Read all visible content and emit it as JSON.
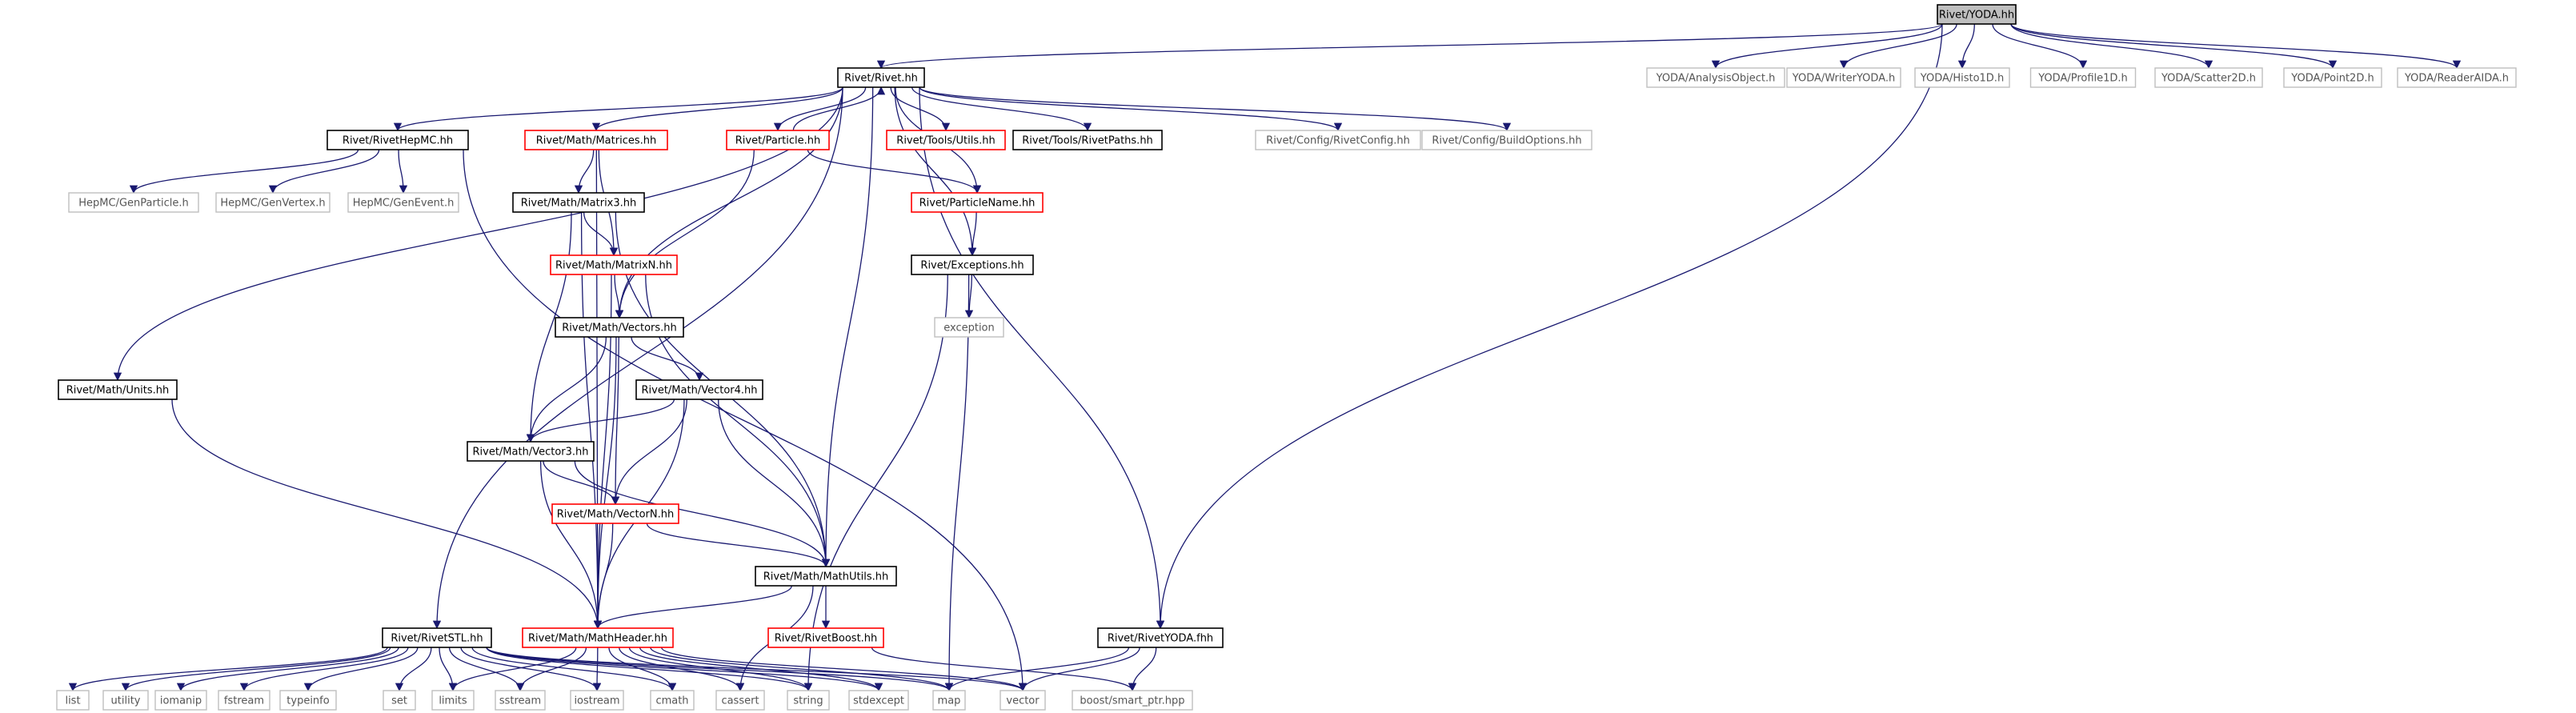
{
  "diagram": {
    "root": "Rivet/YODA.hh",
    "nodes": [
      {
        "id": "root",
        "label": "Rivet/YODA.hh",
        "style": "root"
      },
      {
        "id": "rivet",
        "label": "Rivet/Rivet.hh",
        "style": "black"
      },
      {
        "id": "yao",
        "label": "YODA/AnalysisObject.h",
        "style": "grey"
      },
      {
        "id": "ywy",
        "label": "YODA/WriterYODA.h",
        "style": "grey"
      },
      {
        "id": "yh1",
        "label": "YODA/Histo1D.h",
        "style": "grey"
      },
      {
        "id": "yp1",
        "label": "YODA/Profile1D.h",
        "style": "grey"
      },
      {
        "id": "ys2",
        "label": "YODA/Scatter2D.h",
        "style": "grey"
      },
      {
        "id": "ypt",
        "label": "YODA/Point2D.h",
        "style": "grey"
      },
      {
        "id": "yra",
        "label": "YODA/ReaderAIDA.h",
        "style": "grey"
      },
      {
        "id": "hepmc",
        "label": "Rivet/RivetHepMC.hh",
        "style": "black"
      },
      {
        "id": "matrices",
        "label": "Rivet/Math/Matrices.hh",
        "style": "red"
      },
      {
        "id": "particle",
        "label": "Rivet/Particle.hh",
        "style": "red"
      },
      {
        "id": "utils",
        "label": "Rivet/Tools/Utils.hh",
        "style": "red"
      },
      {
        "id": "paths",
        "label": "Rivet/Tools/RivetPaths.hh",
        "style": "black"
      },
      {
        "id": "cfg",
        "label": "Rivet/Config/RivetConfig.hh",
        "style": "grey"
      },
      {
        "id": "bopt",
        "label": "Rivet/Config/BuildOptions.hh",
        "style": "grey"
      },
      {
        "id": "genpart",
        "label": "HepMC/GenParticle.h",
        "style": "grey"
      },
      {
        "id": "genvtx",
        "label": "HepMC/GenVertex.h",
        "style": "grey"
      },
      {
        "id": "genevt",
        "label": "HepMC/GenEvent.h",
        "style": "grey"
      },
      {
        "id": "m3",
        "label": "Rivet/Math/Matrix3.hh",
        "style": "black"
      },
      {
        "id": "pname",
        "label": "Rivet/ParticleName.hh",
        "style": "red"
      },
      {
        "id": "exc",
        "label": "Rivet/Exceptions.hh",
        "style": "black"
      },
      {
        "id": "mn",
        "label": "Rivet/Math/MatrixN.hh",
        "style": "red"
      },
      {
        "id": "exception",
        "label": "exception",
        "style": "grey"
      },
      {
        "id": "vectors",
        "label": "Rivet/Math/Vectors.hh",
        "style": "black"
      },
      {
        "id": "units",
        "label": "Rivet/Math/Units.hh",
        "style": "black"
      },
      {
        "id": "v4",
        "label": "Rivet/Math/Vector4.hh",
        "style": "black"
      },
      {
        "id": "v3",
        "label": "Rivet/Math/Vector3.hh",
        "style": "black"
      },
      {
        "id": "vn",
        "label": "Rivet/Math/VectorN.hh",
        "style": "red"
      },
      {
        "id": "mu",
        "label": "Rivet/Math/MathUtils.hh",
        "style": "black"
      },
      {
        "id": "stl",
        "label": "Rivet/RivetSTL.hh",
        "style": "black"
      },
      {
        "id": "mh",
        "label": "Rivet/Math/MathHeader.hh",
        "style": "red"
      },
      {
        "id": "boost",
        "label": "Rivet/RivetBoost.hh",
        "style": "red"
      },
      {
        "id": "ryoda",
        "label": "Rivet/RivetYODA.fhh",
        "style": "black"
      },
      {
        "id": "list",
        "label": "list",
        "style": "grey"
      },
      {
        "id": "utility",
        "label": "utility",
        "style": "grey"
      },
      {
        "id": "iomanip",
        "label": "iomanip",
        "style": "grey"
      },
      {
        "id": "fstream",
        "label": "fstream",
        "style": "grey"
      },
      {
        "id": "typeinfo",
        "label": "typeinfo",
        "style": "grey"
      },
      {
        "id": "set",
        "label": "set",
        "style": "grey"
      },
      {
        "id": "limits",
        "label": "limits",
        "style": "grey"
      },
      {
        "id": "sstream",
        "label": "sstream",
        "style": "grey"
      },
      {
        "id": "iostream",
        "label": "iostream",
        "style": "grey"
      },
      {
        "id": "cmath",
        "label": "cmath",
        "style": "grey"
      },
      {
        "id": "cassert",
        "label": "cassert",
        "style": "grey"
      },
      {
        "id": "string",
        "label": "string",
        "style": "grey"
      },
      {
        "id": "stdexcept",
        "label": "stdexcept",
        "style": "grey"
      },
      {
        "id": "map",
        "label": "map",
        "style": "grey"
      },
      {
        "id": "vector",
        "label": "vector",
        "style": "grey"
      },
      {
        "id": "sptr",
        "label": "boost/smart_ptr.hpp",
        "style": "grey"
      }
    ],
    "edges": [
      [
        "root",
        "rivet"
      ],
      [
        "root",
        "ryoda"
      ],
      [
        "root",
        "yao"
      ],
      [
        "root",
        "ywy"
      ],
      [
        "root",
        "yh1"
      ],
      [
        "root",
        "yp1"
      ],
      [
        "root",
        "ys2"
      ],
      [
        "root",
        "ypt"
      ],
      [
        "root",
        "yra"
      ],
      [
        "rivet",
        "stl"
      ],
      [
        "rivet",
        "units"
      ],
      [
        "rivet",
        "hepmc"
      ],
      [
        "rivet",
        "matrices"
      ],
      [
        "rivet",
        "particle"
      ],
      [
        "rivet",
        "utils"
      ],
      [
        "rivet",
        "paths"
      ],
      [
        "rivet",
        "cfg"
      ],
      [
        "rivet",
        "bopt"
      ],
      [
        "rivet",
        "pname"
      ],
      [
        "rivet",
        "exc"
      ],
      [
        "rivet",
        "vectors"
      ],
      [
        "rivet",
        "mu"
      ],
      [
        "rivet",
        "ryoda"
      ],
      [
        "particle",
        "rivet"
      ],
      [
        "particle",
        "pname"
      ],
      [
        "particle",
        "vectors"
      ],
      [
        "hepmc",
        "genpart"
      ],
      [
        "hepmc",
        "genvtx"
      ],
      [
        "hepmc",
        "genevt"
      ],
      [
        "hepmc",
        "vector"
      ],
      [
        "matrices",
        "m3"
      ],
      [
        "matrices",
        "mn"
      ],
      [
        "matrices",
        "mh"
      ],
      [
        "m3",
        "mn"
      ],
      [
        "m3",
        "v3"
      ],
      [
        "m3",
        "mu"
      ],
      [
        "m3",
        "mh"
      ],
      [
        "mn",
        "vectors"
      ],
      [
        "mn",
        "mu"
      ],
      [
        "mn",
        "mh"
      ],
      [
        "pname",
        "exc"
      ],
      [
        "exc",
        "exception"
      ],
      [
        "exc",
        "string"
      ],
      [
        "exc",
        "map"
      ],
      [
        "vectors",
        "v4"
      ],
      [
        "vectors",
        "v3"
      ],
      [
        "vectors",
        "vn"
      ],
      [
        "vectors",
        "mh"
      ],
      [
        "v4",
        "v3"
      ],
      [
        "v4",
        "vn"
      ],
      [
        "v4",
        "mu"
      ],
      [
        "v4",
        "mh"
      ],
      [
        "v3",
        "vn"
      ],
      [
        "v3",
        "mu"
      ],
      [
        "v3",
        "mh"
      ],
      [
        "vn",
        "mu"
      ],
      [
        "vn",
        "mh"
      ],
      [
        "mu",
        "mh"
      ],
      [
        "mu",
        "boost"
      ],
      [
        "mu",
        "cassert"
      ],
      [
        "units",
        "mh"
      ],
      [
        "stl",
        "list"
      ],
      [
        "stl",
        "utility"
      ],
      [
        "stl",
        "iomanip"
      ],
      [
        "stl",
        "fstream"
      ],
      [
        "stl",
        "typeinfo"
      ],
      [
        "stl",
        "set"
      ],
      [
        "stl",
        "limits"
      ],
      [
        "stl",
        "sstream"
      ],
      [
        "stl",
        "iostream"
      ],
      [
        "stl",
        "cmath"
      ],
      [
        "stl",
        "string"
      ],
      [
        "stl",
        "stdexcept"
      ],
      [
        "stl",
        "map"
      ],
      [
        "stl",
        "vector"
      ],
      [
        "mh",
        "limits"
      ],
      [
        "mh",
        "sstream"
      ],
      [
        "mh",
        "iostream"
      ],
      [
        "mh",
        "cmath"
      ],
      [
        "mh",
        "cassert"
      ],
      [
        "mh",
        "string"
      ],
      [
        "mh",
        "stdexcept"
      ],
      [
        "mh",
        "map"
      ],
      [
        "mh",
        "vector"
      ],
      [
        "boost",
        "sptr"
      ],
      [
        "ryoda",
        "map"
      ],
      [
        "ryoda",
        "vector"
      ],
      [
        "ryoda",
        "sptr"
      ]
    ],
    "colors": {
      "edge": "#191970",
      "node_border": "#000000",
      "node_border_red": "#ff0000",
      "node_border_grey": "#bfbfbf",
      "root_fill": "#bfbfbf"
    }
  }
}
